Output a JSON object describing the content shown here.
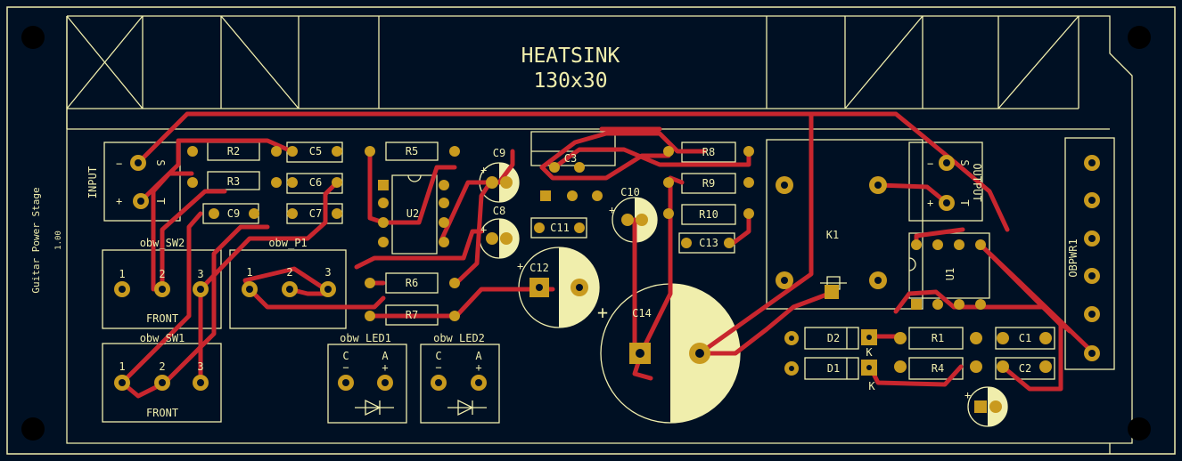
{
  "colors": {
    "background": "#001023",
    "silk": "#F0EEAC",
    "copper": "#C8262E",
    "pad": "#C99A1E",
    "hole": "#001023",
    "mount": "#000000"
  },
  "heatsink": {
    "line1": "HEATSINK",
    "line2": "130x30"
  },
  "board_title": "Guitar Power Stage",
  "board_version": "1.00",
  "labels": {
    "input": "INPUT",
    "input_minus": "−",
    "input_plus": "+",
    "input_s": "S",
    "input_t": "T",
    "output": "OUTPUT",
    "output_minus": "−",
    "output_plus": "+",
    "output_s": "S",
    "output_t": "T",
    "obpwr": "OBPWR1",
    "sw2": "obw_SW2",
    "sw1": "obw_SW1",
    "p1": "obw_P1",
    "front_top": "FRONT",
    "front_bottom": "FRONT",
    "led1": "obw_LED1",
    "led2": "obw_LED2",
    "led1_c": "C",
    "led1_a": "A",
    "led1_minus": "−",
    "led1_plus": "+",
    "led2_c": "C",
    "led2_a": "A",
    "led2_minus": "−",
    "led2_plus": "+",
    "pin1": "1",
    "pin2": "2",
    "pin3": "3",
    "cap_plus": "+",
    "k_d1": "K",
    "k_d2": "K",
    "u1": "U1",
    "u2": "U2",
    "k1": "K1"
  },
  "refs": {
    "r1": "R1",
    "r2": "R2",
    "r3": "R3",
    "r4": "R4",
    "r5": "R5",
    "r6": "R6",
    "r7": "R7",
    "r8": "R8",
    "r9": "R9",
    "r10": "R10",
    "c1": "C1",
    "c2": "C2",
    "c3": "C3",
    "c5": "C5",
    "c6": "C6",
    "c7": "C7",
    "c8": "C8",
    "c9": "C9",
    "c10": "C10",
    "c11": "C11",
    "c12": "C12",
    "c13": "C13",
    "c14": "C14",
    "d1": "D1",
    "d2": "D2"
  }
}
